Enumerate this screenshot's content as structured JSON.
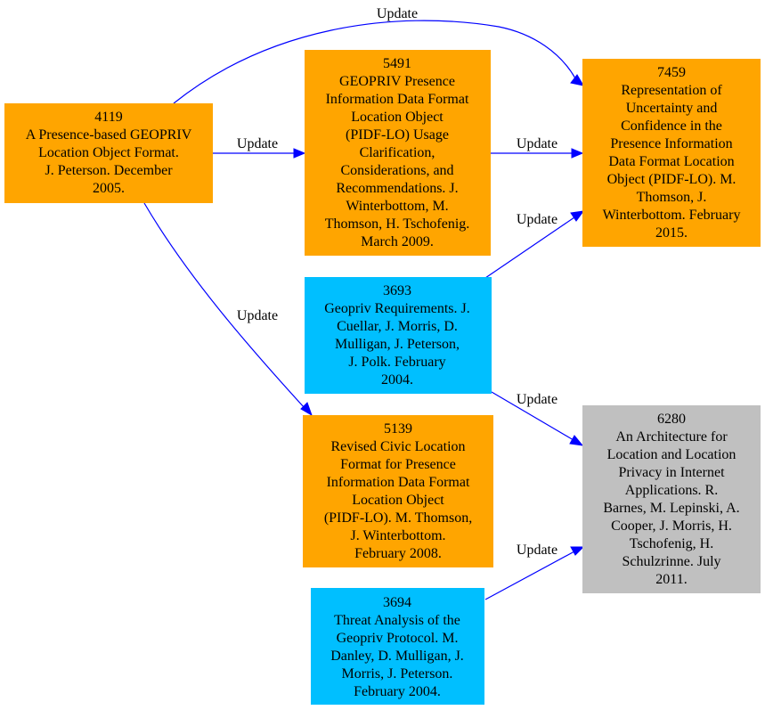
{
  "colors": {
    "orange": "#ffa500",
    "blue": "#00bfff",
    "gray": "#c0c0c0",
    "edge": "#0000ff"
  },
  "nodes": {
    "n4119": {
      "color": "#ffa500",
      "lines": [
        "4119",
        "A Presence-based GEOPRIV",
        "Location Object Format.",
        "J. Peterson. December",
        "2005."
      ]
    },
    "n5491": {
      "color": "#ffa500",
      "lines": [
        "5491",
        "GEOPRIV Presence",
        "Information Data Format",
        "Location Object",
        "(PIDF-LO) Usage",
        "Clarification,",
        "Considerations, and",
        "Recommendations. J.",
        "Winterbottom, M.",
        "Thomson, H. Tschofenig.",
        "March 2009."
      ]
    },
    "n7459": {
      "color": "#ffa500",
      "lines": [
        "7459",
        "Representation of",
        "Uncertainty and",
        "Confidence in the",
        "Presence Information",
        "Data Format Location",
        "Object (PIDF-LO). M.",
        "Thomson, J.",
        "Winterbottom. February",
        "2015."
      ]
    },
    "n3693": {
      "color": "#00bfff",
      "lines": [
        "3693",
        "Geopriv Requirements. J.",
        "Cuellar, J. Morris, D.",
        "Mulligan, J. Peterson,",
        "J. Polk. February",
        "2004."
      ]
    },
    "n5139": {
      "color": "#ffa500",
      "lines": [
        "5139",
        "Revised Civic Location",
        "Format for Presence",
        "Information Data Format",
        "Location Object",
        "(PIDF-LO). M. Thomson,",
        "J. Winterbottom.",
        "February 2008."
      ]
    },
    "n6280": {
      "color": "#c0c0c0",
      "lines": [
        "6280",
        "An Architecture for",
        "Location and Location",
        "Privacy in Internet",
        "Applications. R.",
        "Barnes, M. Lepinski, A.",
        "Cooper, J. Morris, H.",
        "Tschofenig, H.",
        "Schulzrinne. July",
        "2011."
      ]
    },
    "n3694": {
      "color": "#00bfff",
      "lines": [
        "3694",
        "Threat Analysis of the",
        "Geopriv Protocol. M.",
        "Danley, D. Mulligan, J.",
        "Morris, J. Peterson.",
        "February 2004."
      ]
    }
  },
  "edges": [
    {
      "from": "4119",
      "to": "7459",
      "label": "Update"
    },
    {
      "from": "4119",
      "to": "5491",
      "label": "Update"
    },
    {
      "from": "5491",
      "to": "7459",
      "label": "Update"
    },
    {
      "from": "3693",
      "to": "7459",
      "label": "Update"
    },
    {
      "from": "4119",
      "to": "5139",
      "label": "Update"
    },
    {
      "from": "3693",
      "to": "6280",
      "label": "Update"
    },
    {
      "from": "3694",
      "to": "6280",
      "label": "Update"
    }
  ]
}
